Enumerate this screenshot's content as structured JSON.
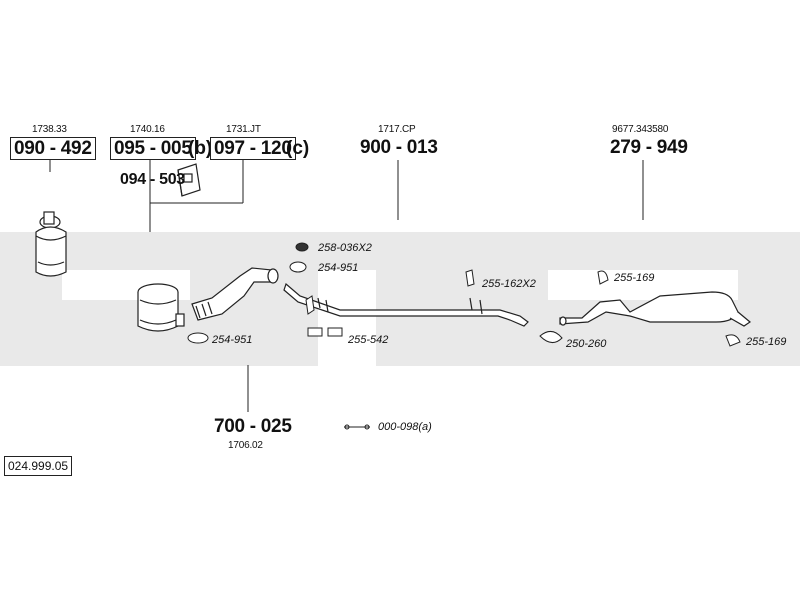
{
  "refs": {
    "part_1738": "1738.33",
    "part_1740": "1740.16",
    "part_1731": "1731.JT",
    "part_1717": "1717.CP",
    "part_9677": "9677.343580",
    "part_1706": "1706.02"
  },
  "parts": {
    "p090_492": "090 - 492",
    "p095_005": "095 - 005",
    "p095_005_suffix": "(b)",
    "p097_120": "097 - 120",
    "p097_120_suffix": "(c)",
    "p094_503": "094 - 503",
    "p900_013": "900 - 013",
    "p279_949": "279 - 949",
    "p700_025": "700 - 025"
  },
  "accessories": {
    "a258_036": "258-036X2",
    "a254_951_top": "254-951",
    "a254_951_bottom": "254-951",
    "a255_542": "255-542",
    "a255_162": "255-162X2",
    "a255_169_top": "255-169",
    "a250_260": "250-260",
    "a255_169_right": "255-169",
    "a000_098": "000-098(a)"
  },
  "diagram_ref": "024.999.05",
  "colors": {
    "watermark": "#e9e9e9",
    "line": "#222222"
  }
}
